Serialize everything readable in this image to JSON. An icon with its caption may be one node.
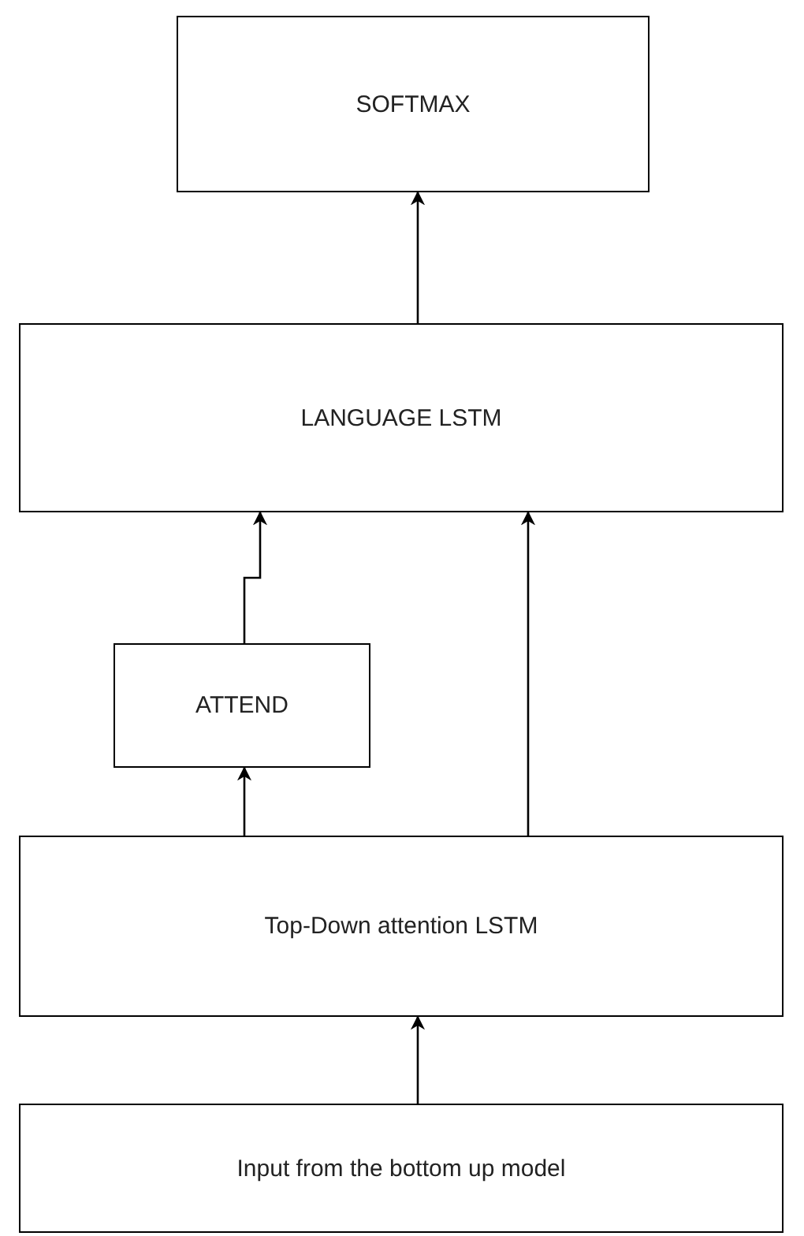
{
  "diagram": {
    "nodes": [
      {
        "text": [
          "SOFTMAX"
        ]
      },
      {
        "text": [
          "LANGUAGE LSTM"
        ]
      },
      {
        "text": [
          "ATTEND"
        ]
      },
      {
        "text": [
          "Top-Down attention LSTM"
        ]
      },
      {
        "text": [
          "Input from the bottom up model"
        ]
      }
    ],
    "edges": [
      {
        "from": 1,
        "to": 0,
        "arrow": "to"
      },
      {
        "from": 2,
        "to": 1,
        "arrow": "to"
      },
      {
        "from": 3,
        "to": 2,
        "arrow": "to"
      },
      {
        "from": 3,
        "to": 1,
        "arrow": "to"
      },
      {
        "from": 4,
        "to": 3,
        "arrow": "to"
      }
    ]
  }
}
